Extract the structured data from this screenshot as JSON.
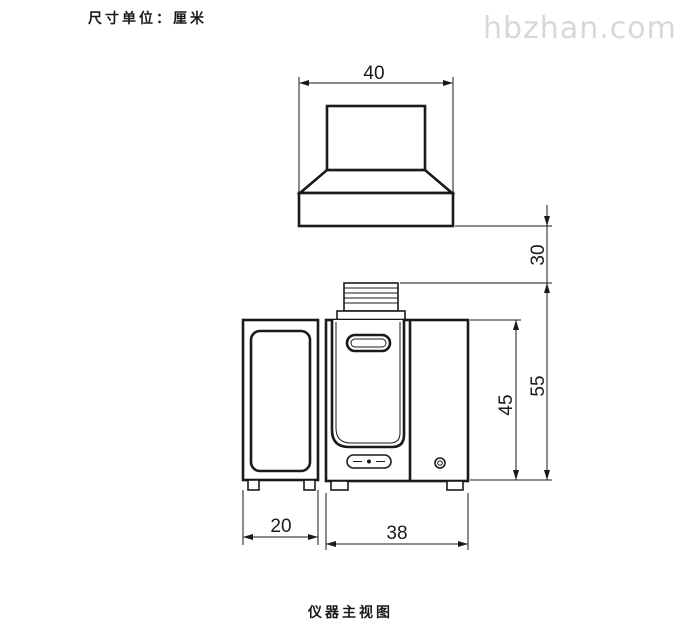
{
  "unit_note": "尺寸单位：厘米",
  "watermark": "hbzhan.com",
  "caption": "仪器主视图",
  "dimensions": {
    "hood_width": "40",
    "hood_clearance": "30",
    "overall_height": "55",
    "body_height": "45",
    "side_unit_width": "20",
    "body_width": "38"
  },
  "colors": {
    "line": "#1a1a1a",
    "watermark": "#d8d8d8",
    "background": "#ffffff"
  }
}
